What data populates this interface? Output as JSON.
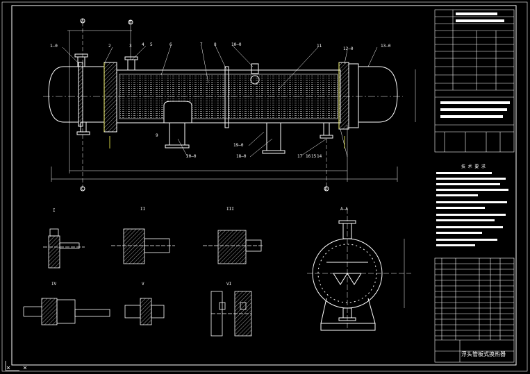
{
  "drawing": {
    "title": "浮头管板式换热器",
    "background": "#000000",
    "line_color": "#ffffff",
    "accent_color": "#ffff55",
    "hatch_color": "#ffffff"
  },
  "callouts": {
    "c1": "1—0",
    "c2": "2",
    "c3": "3",
    "c4": "4",
    "c5": "5",
    "c6": "6",
    "c7": "7",
    "c8": "8",
    "c9": "9",
    "c10": "10—0",
    "c11": "11",
    "c12": "12—0",
    "c13": "13—0",
    "c14": "14",
    "c15": "15",
    "c16": "16",
    "c17": "17",
    "c18": "18—0",
    "c19": "19—0",
    "c20": "20—0"
  },
  "grid": {
    "a": "A",
    "b": "B",
    "c": "C",
    "d": "D"
  },
  "views": {
    "view_i": "I",
    "view_ii": "II",
    "view_iii": "III",
    "view_aa": "A—A",
    "view_iv": "IV",
    "view_v": "V",
    "view_vi": "VI"
  },
  "notes": {
    "heading": "技 术 要 求"
  },
  "title_block": {
    "name": "浮头管板式换热器"
  }
}
